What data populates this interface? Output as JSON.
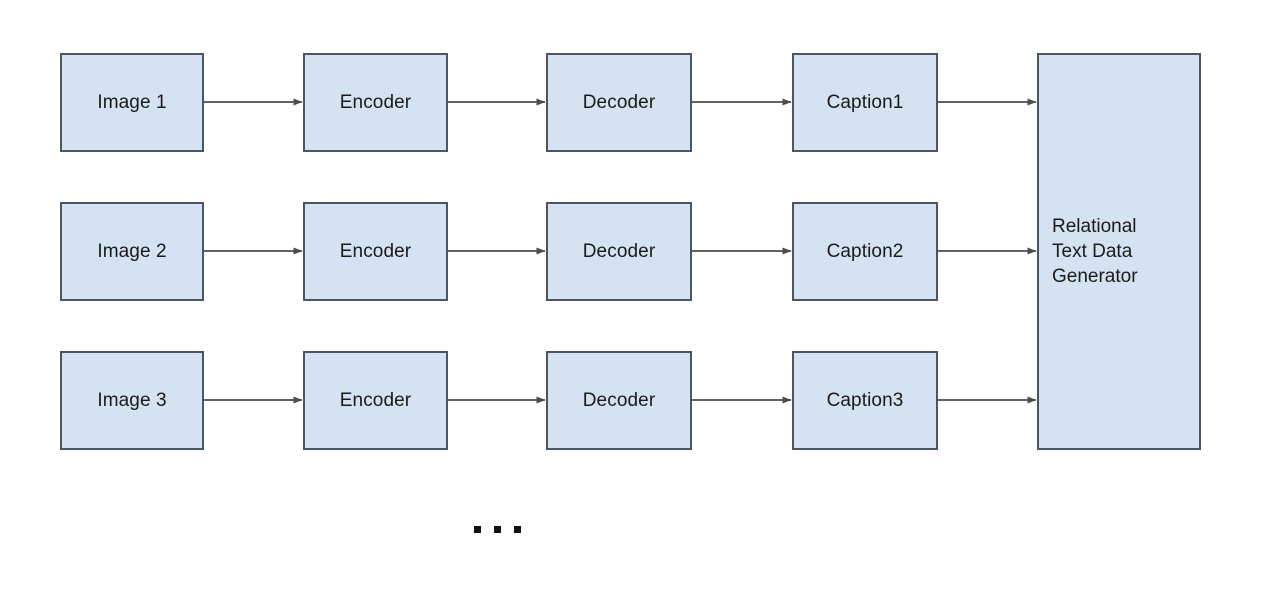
{
  "diagram": {
    "background_color": "#ffffff",
    "node_fill_color": "#d5e2f2",
    "node_border_color": "#4c5662",
    "connector_color": "#4d4d4d",
    "rows": [
      {
        "image_label": "Image 1",
        "encoder_label": "Encoder",
        "decoder_label": "Decoder",
        "caption_label": "Caption1"
      },
      {
        "image_label": "Image 2",
        "encoder_label": "Encoder",
        "decoder_label": "Decoder",
        "caption_label": "Caption2"
      },
      {
        "image_label": "Image 3",
        "encoder_label": "Encoder",
        "decoder_label": "Decoder",
        "caption_label": "Caption3"
      }
    ],
    "sink": {
      "label": "Relational\nText Data\nGenerator"
    },
    "continuation": {
      "symbol": "...",
      "dot_count": 3
    }
  }
}
